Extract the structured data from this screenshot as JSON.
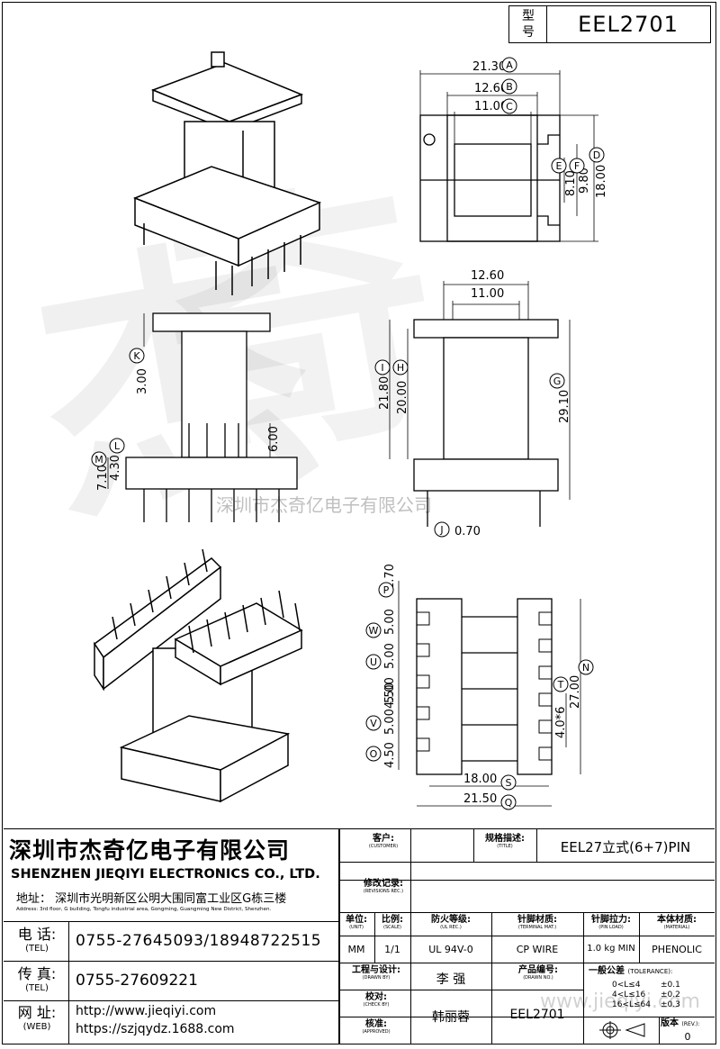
{
  "header": {
    "model_label": "型\n号",
    "model": "EEL2701"
  },
  "watermark": {
    "text": "深圳市杰奇亿电子有限公司",
    "site": "www.jieqiyi.com"
  },
  "views": {
    "top_dims": [
      "21.30",
      "12.60",
      "11.00",
      "18.00",
      "9.80",
      "8.10"
    ],
    "top_markers": [
      "A",
      "B",
      "C",
      "D",
      "E",
      "F"
    ],
    "side_dims": [
      "12.60",
      "11.00",
      "21.80",
      "20.00",
      "29.10",
      "0.70"
    ],
    "side_markers": [
      "I",
      "H",
      "G",
      "J"
    ],
    "front_dims": [
      "3.00",
      "6.00",
      "4.30",
      "7.10"
    ],
    "front_markers": [
      "K",
      "L",
      "M"
    ],
    "bottom_dims": [
      "1.70",
      "5.00",
      "5.00",
      "5.00",
      "5.00",
      "4.50",
      "4.50",
      "27.00",
      "4.0*6",
      "18.00",
      "21.50"
    ],
    "bottom_markers": [
      "P",
      "W",
      "U",
      "V",
      "O",
      "T",
      "N",
      "S",
      "Q"
    ]
  },
  "company": {
    "name_cn": "深圳市杰奇亿电子有限公司",
    "name_en": "SHENZHEN JIEQIYI ELECTRONICS CO., LTD.",
    "address_cn": "地址： 深圳市光明新区公明大围同富工业区G栋三楼",
    "address_en": "Address: 3rd floor, G building, Tongfu industrial area, Gongming, Guangming New District, Shenzhen.",
    "tel_label": "电 话:",
    "tel_label_en": "(TEL)",
    "tel": "0755-27645093/18948722515",
    "fax_label": "传 真:",
    "fax_label_en": "(TEL)",
    "fax": "0755-27609221",
    "web_label": "网 址:",
    "web_label_en": "(WEB)",
    "web1": "http://www.jieqiyi.com",
    "web2": "https://szjqydz.1688.com"
  },
  "titleblock": {
    "customer_label": "客户:",
    "customer_label_en": "(CUSTOMER)",
    "title_label": "规格描述:",
    "title_label_en": "(TITLE)",
    "title_value": "EEL27立式(6+7)PIN",
    "revision_label": "修改记录:",
    "revision_label_en": "(REVISIONS REC.)",
    "unit_label": "单位:",
    "unit_label_en": "(UNIT)",
    "unit": "MM",
    "scale_label": "比例:",
    "scale_label_en": "(SCALE)",
    "scale": "1/1",
    "ul_label": "防火等级:",
    "ul_label_en": "(UL REC.)",
    "ul": "UL 94V-0",
    "terminal_label": "针脚材质:",
    "terminal_label_en": "(TERMINAL MAT.)",
    "terminal": "CP WIRE",
    "pinload_label": "针脚拉力:",
    "pinload_label_en": "(PIN LOAD)",
    "pinload": "1.0 kg MIN",
    "material_label": "本体材质:",
    "material_label_en": "(MATERIAL)",
    "material": "PHENOLIC",
    "drawn_label": "工程与设计:",
    "drawn_label_en": "(DRAWN BY)",
    "drawn": "李 强",
    "check_label": "校对:",
    "check_label_en": "(CHECK BY)",
    "approved_label": "核准:",
    "approved_label_en": "(APPROVED)",
    "approved": "韩丽蓉",
    "drawing_no_label": "产品编号:",
    "drawing_no_label_en": "(DRAWN NO.)",
    "drawing_no": "EEL2701",
    "tolerance_label": "一般公差",
    "tolerance_label_en": "(TOLERANCE):",
    "tolerances": [
      {
        "range": "0<L≤4",
        "tol": "±0.1"
      },
      {
        "range": "4<L≤16",
        "tol": "±0.2"
      },
      {
        "range": "16<L≤64",
        "tol": "±0.3"
      }
    ],
    "rev_label": "版本",
    "rev_label_en": "(REV.):",
    "rev": "0"
  }
}
